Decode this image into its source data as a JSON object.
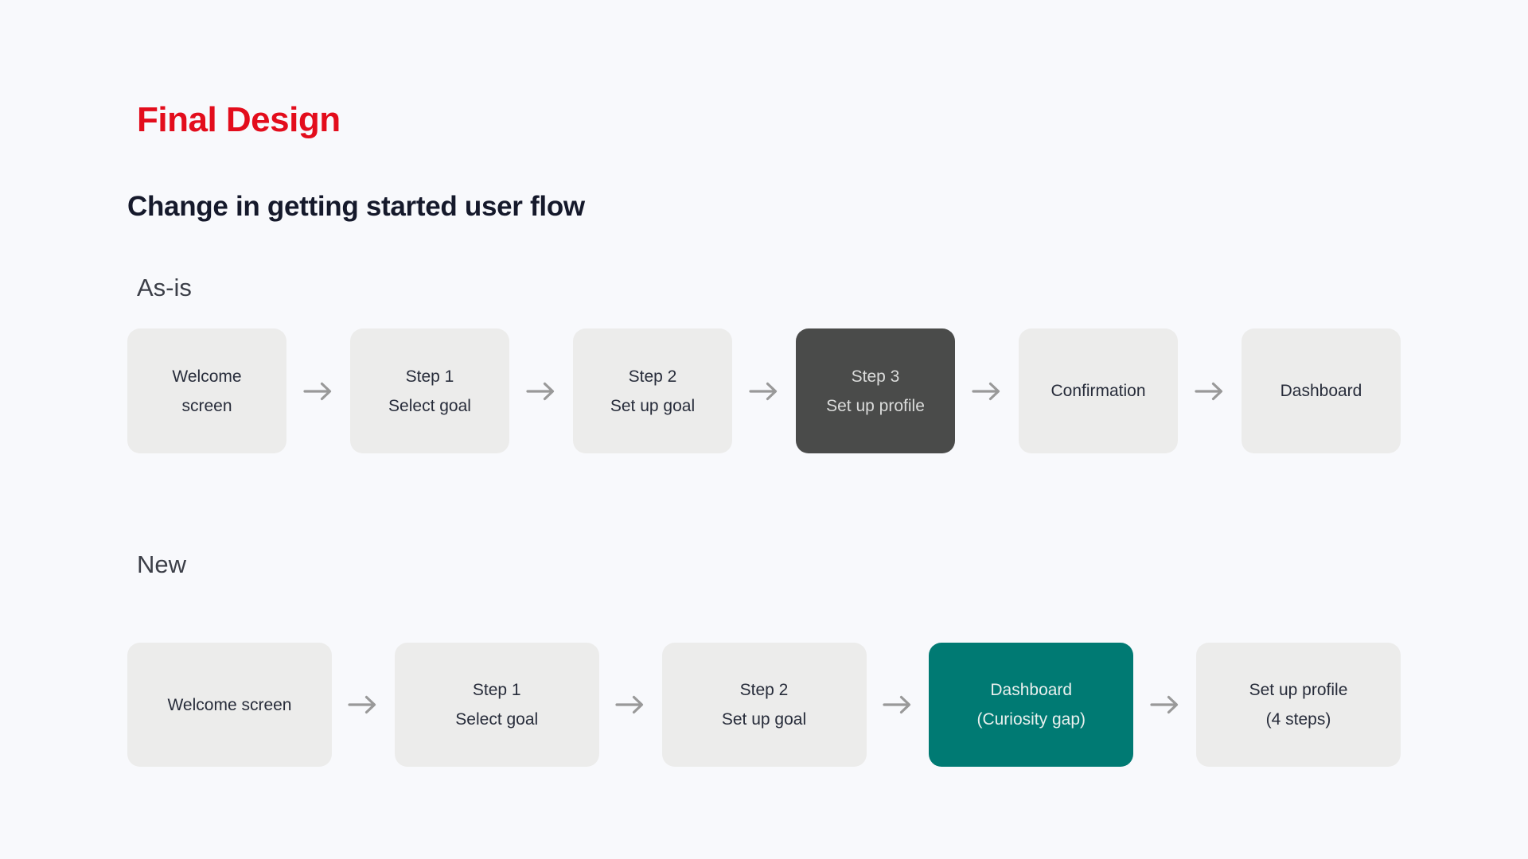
{
  "page": {
    "title": "Final Design",
    "subtitle": "Change in getting started user flow"
  },
  "colors": {
    "background": "#F8F9FC",
    "title_red": "#E30D1C",
    "heading_dark": "#15192B",
    "label_gray": "#3C3F48",
    "box_light_bg": "#ECECEB",
    "box_light_text": "#272C3A",
    "box_dark_bg": "#4A4B4A",
    "box_dark_text": "#DBDCDB",
    "box_teal_bg": "#007A73",
    "box_teal_text": "#E9F0EE",
    "arrow": "#999999"
  },
  "sections": [
    {
      "label": "As-is",
      "nodes": [
        {
          "variant": "light",
          "lines": [
            "Welcome",
            "screen"
          ]
        },
        {
          "variant": "light",
          "lines": [
            "Step 1",
            "Select goal"
          ]
        },
        {
          "variant": "light",
          "lines": [
            "Step 2",
            "Set up goal"
          ]
        },
        {
          "variant": "dark",
          "lines": [
            "Step 3",
            "Set up profile"
          ]
        },
        {
          "variant": "light",
          "lines": [
            "Confirmation"
          ]
        },
        {
          "variant": "light",
          "lines": [
            "Dashboard"
          ]
        }
      ]
    },
    {
      "label": "New",
      "nodes": [
        {
          "variant": "light",
          "lines": [
            "Welcome screen"
          ]
        },
        {
          "variant": "light",
          "lines": [
            "Step 1",
            "Select goal"
          ]
        },
        {
          "variant": "light",
          "lines": [
            "Step 2",
            "Set up goal"
          ]
        },
        {
          "variant": "teal",
          "lines": [
            "Dashboard",
            "(Curiosity gap)"
          ]
        },
        {
          "variant": "light",
          "lines": [
            "Set up profile",
            "(4 steps)"
          ]
        }
      ]
    }
  ]
}
